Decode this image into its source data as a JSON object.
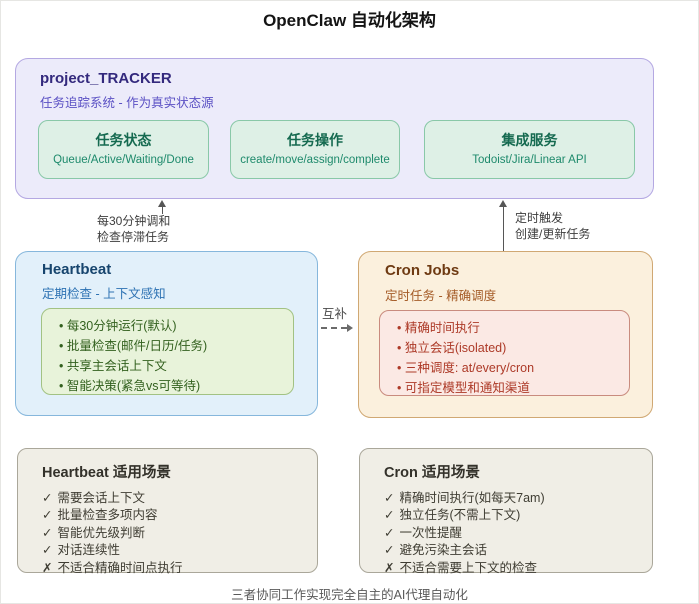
{
  "title": "OpenClaw 自动化架构",
  "tracker": {
    "title": "project_TRACKER",
    "subtitle": "任务追踪系统 - 作为真实状态源",
    "cards": [
      {
        "title": "任务状态",
        "subtitle": "Queue/Active/Waiting/Done"
      },
      {
        "title": "任务操作",
        "subtitle": "create/move/assign/complete"
      },
      {
        "title": "集成服务",
        "subtitle": "Todoist/Jira/Linear API"
      }
    ]
  },
  "arrows": {
    "heartbeat_to_tracker": {
      "line1": "每30分钟调和",
      "line2": "检查停滞任务"
    },
    "cron_to_tracker": {
      "line1": "定时触发",
      "line2": "创建/更新任务"
    },
    "complement_label": "互补"
  },
  "heartbeat": {
    "title": "Heartbeat",
    "subtitle": "定期检查 - 上下文感知",
    "bullets": [
      "每30分钟运行(默认)",
      "批量检查(邮件/日历/任务)",
      "共享主会话上下文",
      "智能决策(紧急vs可等待)"
    ]
  },
  "cron": {
    "title": "Cron Jobs",
    "subtitle": "定时任务 - 精确调度",
    "bullets": [
      "精确时间执行",
      "独立会话(isolated)",
      "三种调度: at/every/cron",
      "可指定模型和通知渠道"
    ]
  },
  "heartbeat_scenarios": {
    "title": "Heartbeat 适用场景",
    "items": [
      {
        "mark": "✓",
        "text": "需要会话上下文"
      },
      {
        "mark": "✓",
        "text": "批量检查多项内容"
      },
      {
        "mark": "✓",
        "text": "智能优先级判断"
      },
      {
        "mark": "✓",
        "text": "对话连续性"
      },
      {
        "mark": "✗",
        "text": "不适合精确时间点执行"
      }
    ]
  },
  "cron_scenarios": {
    "title": "Cron 适用场景",
    "items": [
      {
        "mark": "✓",
        "text": "精确时间执行(如每天7am)"
      },
      {
        "mark": "✓",
        "text": "独立任务(不需上下文)"
      },
      {
        "mark": "✓",
        "text": "一次性提醒"
      },
      {
        "mark": "✓",
        "text": "避免污染主会话"
      },
      {
        "mark": "✗",
        "text": "不适合需要上下文的检查"
      }
    ]
  },
  "footer": "三者协同工作实现完全自主的AI代理自动化",
  "colors": {
    "tracker_bg": "#ecebfa",
    "tracker_border": "#b4a8e2",
    "tracker_title": "#33297d",
    "tracker_subtitle": "#5a50c4",
    "card_bg": "#def0e6",
    "card_border": "#89c8a8",
    "card_title": "#156a50",
    "card_subtitle": "#1e8a6c",
    "heartbeat_bg": "#e2f0fa",
    "heartbeat_border": "#86b7dc",
    "heartbeat_title": "#17456e",
    "heartbeat_subtitle": "#2d72b3",
    "heartbeat_list_bg": "#e8f3da",
    "heartbeat_list_border": "#a2c283",
    "heartbeat_list_text": "#33611f",
    "cron_bg": "#fbf0dd",
    "cron_border": "#d0a873",
    "cron_title": "#6e3a12",
    "cron_subtitle": "#a55c28",
    "cron_list_bg": "#fbe9e4",
    "cron_list_border": "#c98b7e",
    "cron_list_text": "#ad3a28",
    "scenario_bg": "#f0eee6",
    "scenario_border": "#aaa79a",
    "arrow": "#565656"
  }
}
